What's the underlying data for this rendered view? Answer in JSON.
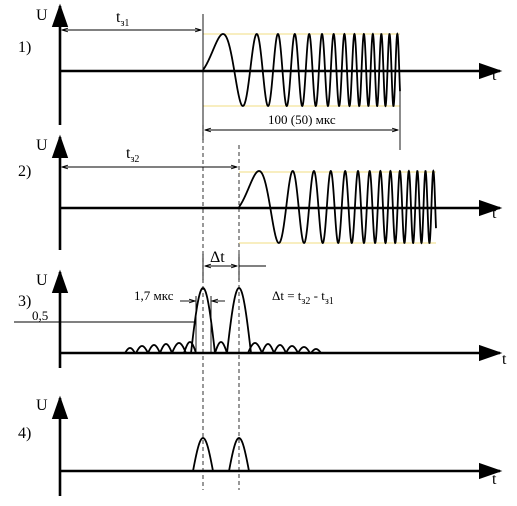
{
  "axes": {
    "u": "U",
    "t": "t"
  },
  "panels": [
    {
      "label": "1)"
    },
    {
      "label": "2)"
    },
    {
      "label": "3)"
    },
    {
      "label": "4)"
    }
  ],
  "annotations": {
    "t31_main": "t",
    "t31_sub": "з1",
    "t32_main": "t",
    "t32_sub": "з2",
    "duration": "100 (50) мкс",
    "delta_t": "Δt",
    "width": "1,7 мкс",
    "level": "0,5",
    "eq_lhs": "Δt = t",
    "eq_sub1": "з2",
    "eq_mid": " - t",
    "eq_sub2": "з1"
  }
}
